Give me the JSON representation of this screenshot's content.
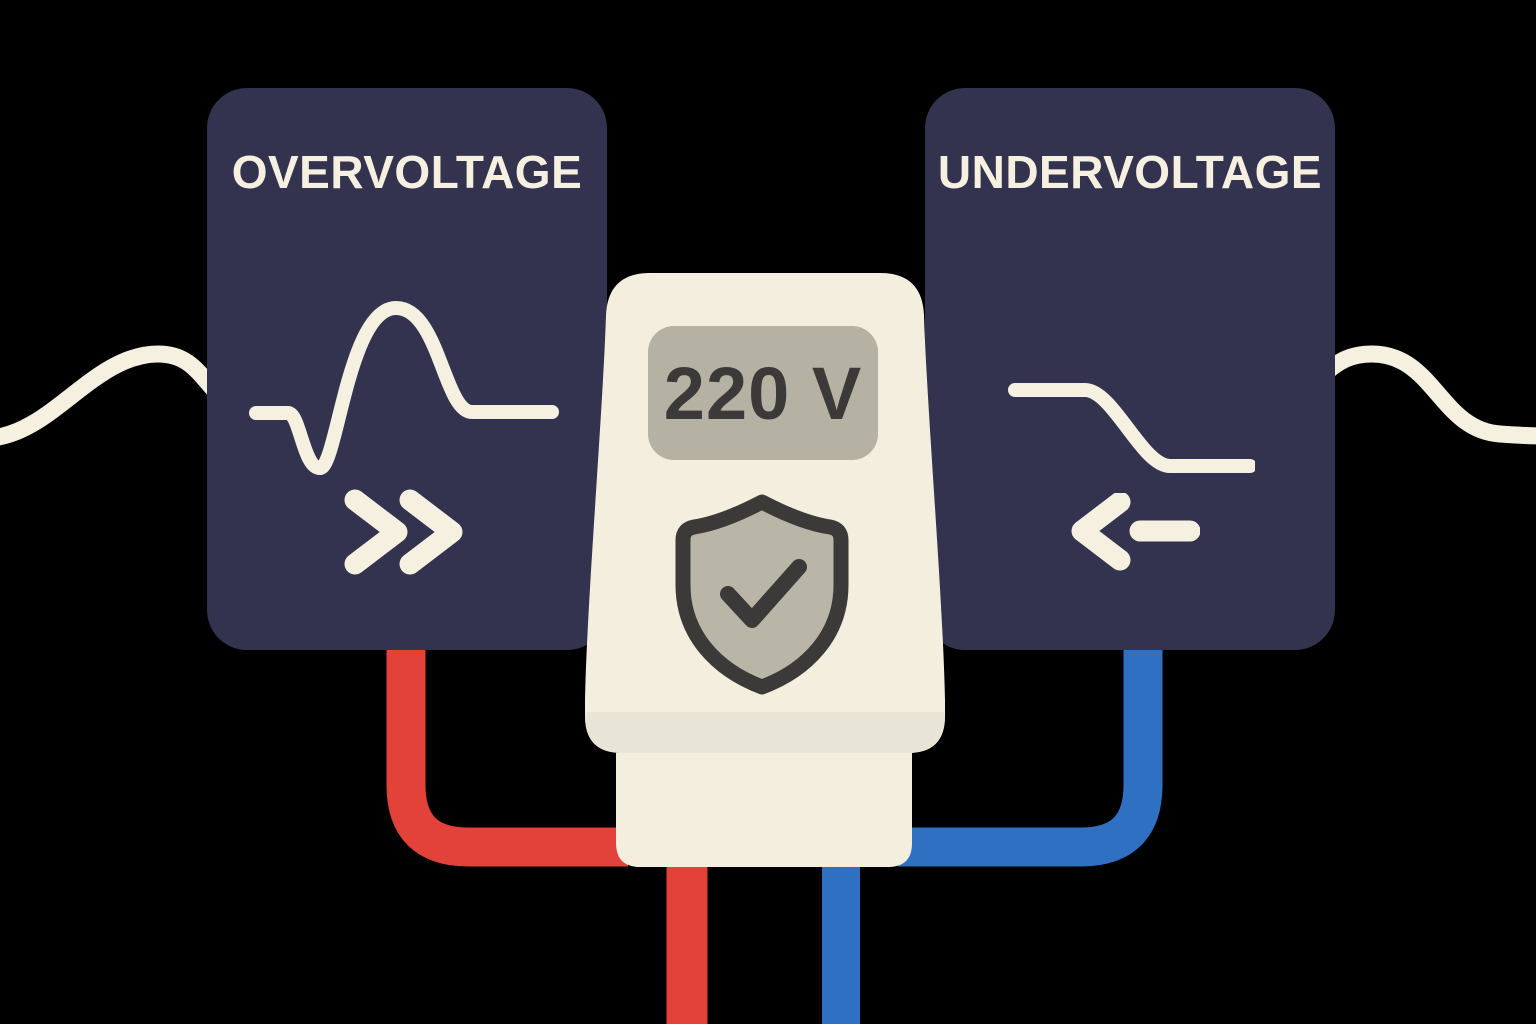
{
  "panels": {
    "overvoltage": {
      "title": "OVERVOLTAGE",
      "wave_icon": "spike-wave-icon",
      "direction_icon": "double-chevron-right-icon"
    },
    "undervoltage": {
      "title": "UNDERVOLTAGE",
      "wave_icon": "step-down-wave-icon",
      "direction_icon": "chevron-left-dash-icon"
    }
  },
  "device": {
    "display_value": "220 V",
    "badge_icon": "shield-check-icon"
  },
  "colors": {
    "background": "#000000",
    "navy": "#333350",
    "cream": "#f6f0e1",
    "device-cream": "#f4eedf",
    "band": "#e9e5d6",
    "display-bg": "#b5b2a4",
    "shield-fill": "#b9b6a8",
    "dark": "#3b3a38",
    "red": "#e2423a",
    "blue": "#2f70c3"
  }
}
